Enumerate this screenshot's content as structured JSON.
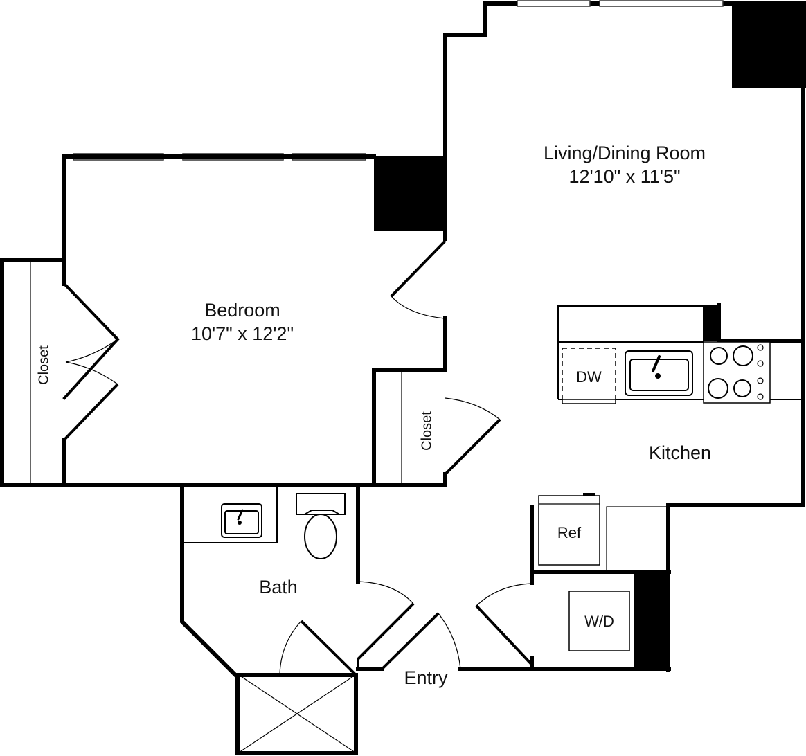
{
  "floorplan": {
    "rooms": {
      "living": {
        "name": "Living/Dining Room",
        "dimensions": "12'10\" x 11'5\""
      },
      "bedroom": {
        "name": "Bedroom",
        "dimensions": "10'7\" x 12'2\""
      },
      "kitchen": {
        "name": "Kitchen"
      },
      "bath": {
        "name": "Bath"
      },
      "entry": {
        "name": "Entry"
      },
      "closet_left": {
        "name": "Closet"
      },
      "closet_center": {
        "name": "Closet"
      }
    },
    "appliances": {
      "dishwasher": "DW",
      "refrigerator": "Ref",
      "washer_dryer": "W/D"
    },
    "colors": {
      "wall": "#000000",
      "background": "#ffffff"
    }
  }
}
